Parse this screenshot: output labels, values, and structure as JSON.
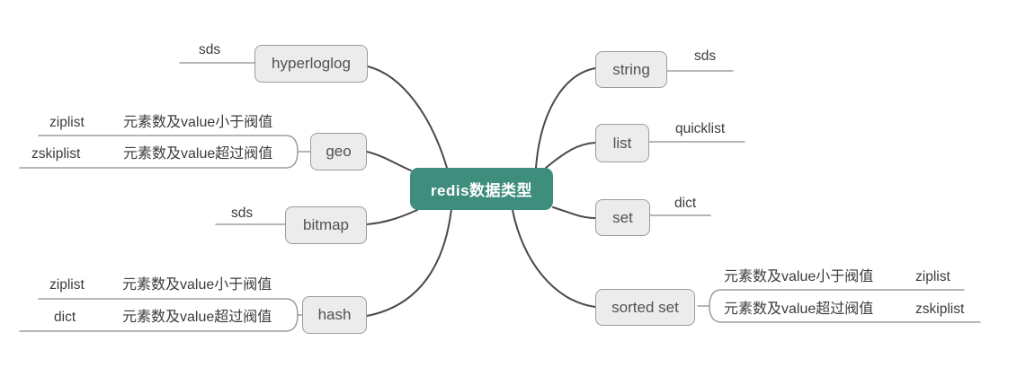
{
  "center": {
    "label": "redis数据类型"
  },
  "colors": {
    "center_bg": "#3E8D7D",
    "center_text": "#FFFFFF",
    "node_bg": "#ECECEC",
    "node_border": "#9C9C9C",
    "node_text": "#525252",
    "branch_line": "#4A4A4A",
    "sub_line": "#9E9E9E",
    "label_text": "#3C3C3C",
    "background": "#FFFFFF"
  },
  "left": {
    "hyperloglog": {
      "label": "hyperloglog",
      "sub": "sds"
    },
    "geo": {
      "label": "geo",
      "rows": [
        {
          "outer": "ziplist",
          "inner": "元素数及value小于阀值"
        },
        {
          "outer": "zskiplist",
          "inner": "元素数及value超过阀值"
        }
      ]
    },
    "bitmap": {
      "label": "bitmap",
      "sub": "sds"
    },
    "hash": {
      "label": "hash",
      "rows": [
        {
          "outer": "ziplist",
          "inner": "元素数及value小于阀值"
        },
        {
          "outer": "dict",
          "inner": "元素数及value超过阀值"
        }
      ]
    }
  },
  "right": {
    "string": {
      "label": "string",
      "sub": "sds"
    },
    "list": {
      "label": "list",
      "sub": "quicklist"
    },
    "set": {
      "label": "set",
      "sub": "dict"
    },
    "sorted_set": {
      "label": "sorted set",
      "rows": [
        {
          "inner": "元素数及value小于阀值",
          "outer": "ziplist"
        },
        {
          "inner": "元素数及value超过阀值",
          "outer": "zskiplist"
        }
      ]
    }
  }
}
